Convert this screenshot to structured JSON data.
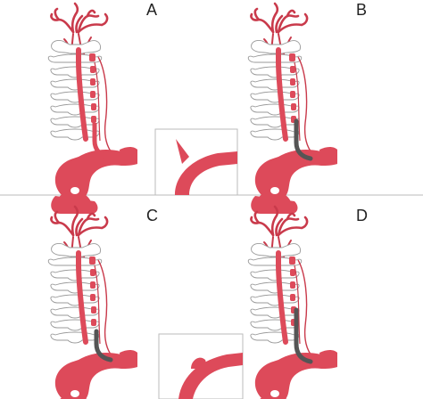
{
  "panels": [
    {
      "label": "A"
    },
    {
      "label": "B"
    },
    {
      "label": "C"
    },
    {
      "label": "D"
    }
  ],
  "colors": {
    "artery": "#dd4a5a",
    "artery_dark": "#c93a4b",
    "occluded_segment": "#555555",
    "bone_outline": "#9a9a9a",
    "bone_fill": "#ffffff",
    "divider": "#bbbbbb"
  },
  "insets": [
    {
      "panel": "A",
      "content": "aortic-arch-branch-detail"
    },
    {
      "panel": "C",
      "content": "aortic-arch-bulge-detail"
    }
  ]
}
